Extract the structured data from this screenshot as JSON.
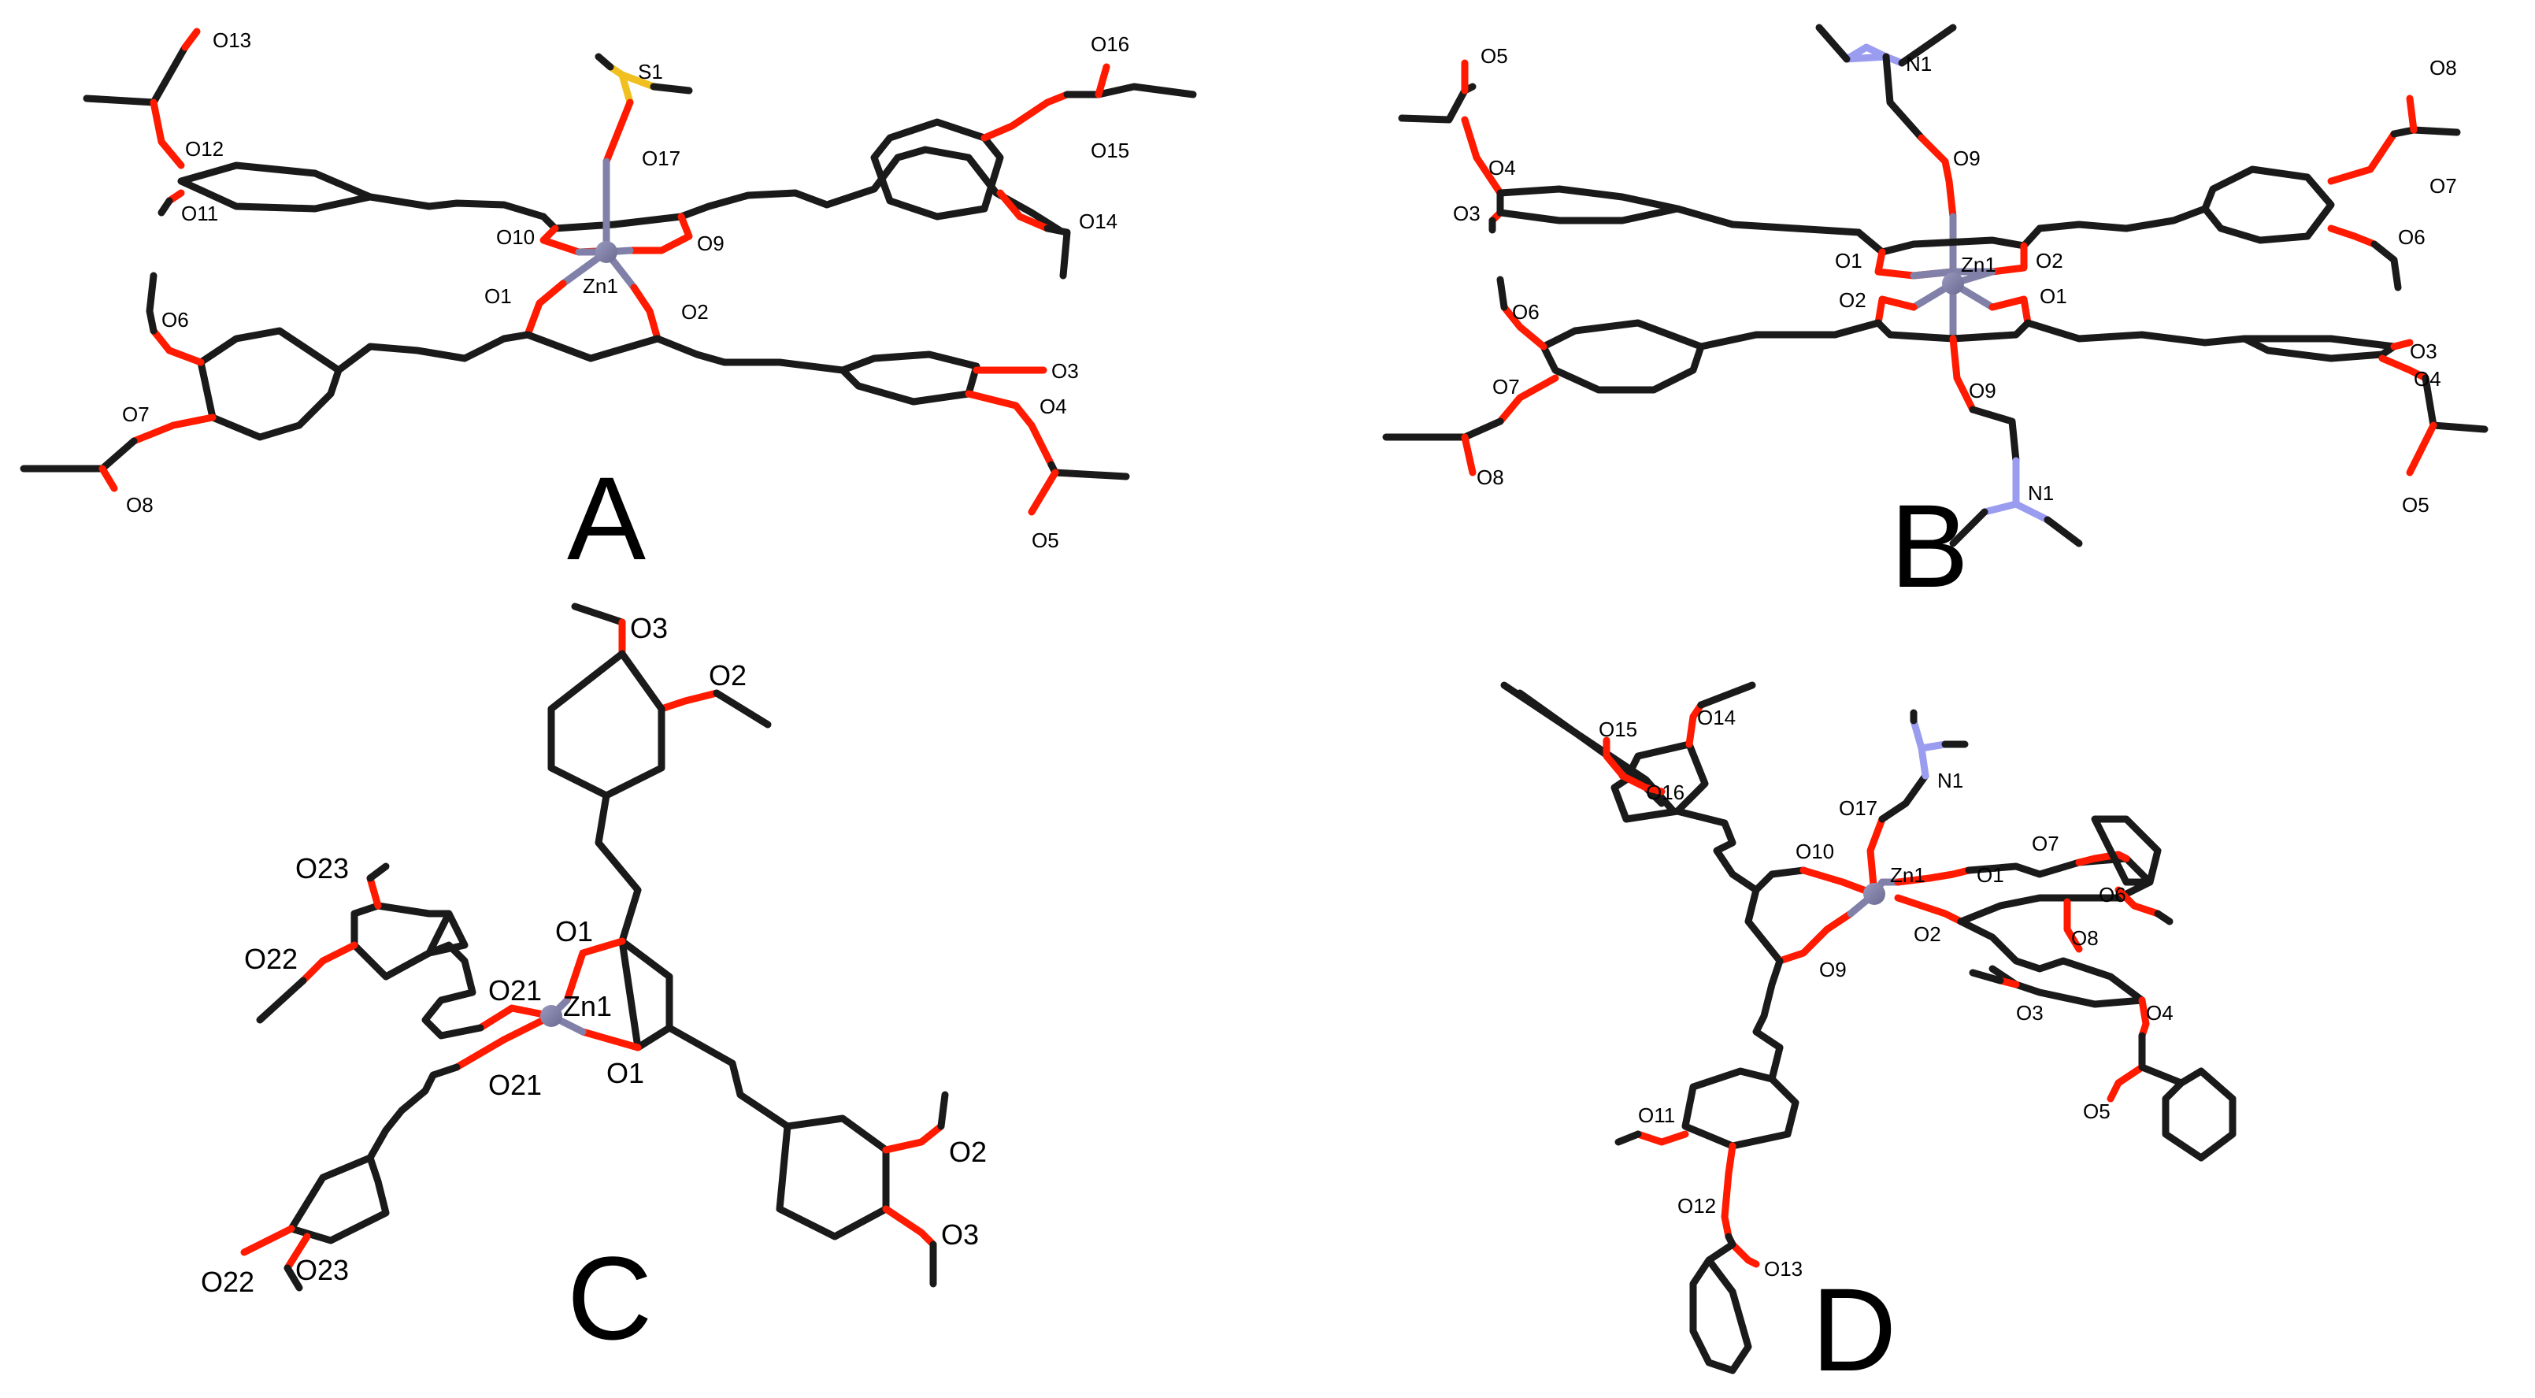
{
  "colors": {
    "carbon": "#1a1a1a",
    "oxygen": "#ff1a00",
    "zinc": "#8080a8",
    "nitrogen": "#9a9cf0",
    "sulfur": "#f0c020"
  },
  "panels": [
    {
      "letter": "A",
      "labels": [
        "O13",
        "O12",
        "O11",
        "S1",
        "O17",
        "O10",
        "O9",
        "Zn1",
        "O1",
        "O2",
        "O16",
        "O15",
        "O14",
        "O6",
        "O7",
        "O8",
        "O3",
        "O4",
        "O5"
      ]
    },
    {
      "letter": "B",
      "labels": [
        "O5",
        "O4",
        "O3",
        "N1",
        "O9",
        "O8",
        "O7",
        "O6",
        "O1",
        "Zn1",
        "O2",
        "O2",
        "O1",
        "O6",
        "O7",
        "O8",
        "O9",
        "O3",
        "O4",
        "O5",
        "N1"
      ]
    },
    {
      "letter": "C",
      "labels": [
        "O3",
        "O2",
        "O1",
        "O23",
        "O22",
        "O21",
        "Zn1",
        "O21",
        "O1",
        "O2",
        "O3",
        "O22",
        "O23"
      ]
    },
    {
      "letter": "D",
      "labels": [
        "O15",
        "O14",
        "O16",
        "O17",
        "N1",
        "O10",
        "Zn1",
        "O1",
        "O7",
        "O6",
        "O2",
        "O9",
        "O8",
        "O3",
        "O4",
        "O5",
        "O11",
        "O12",
        "O13"
      ]
    }
  ]
}
